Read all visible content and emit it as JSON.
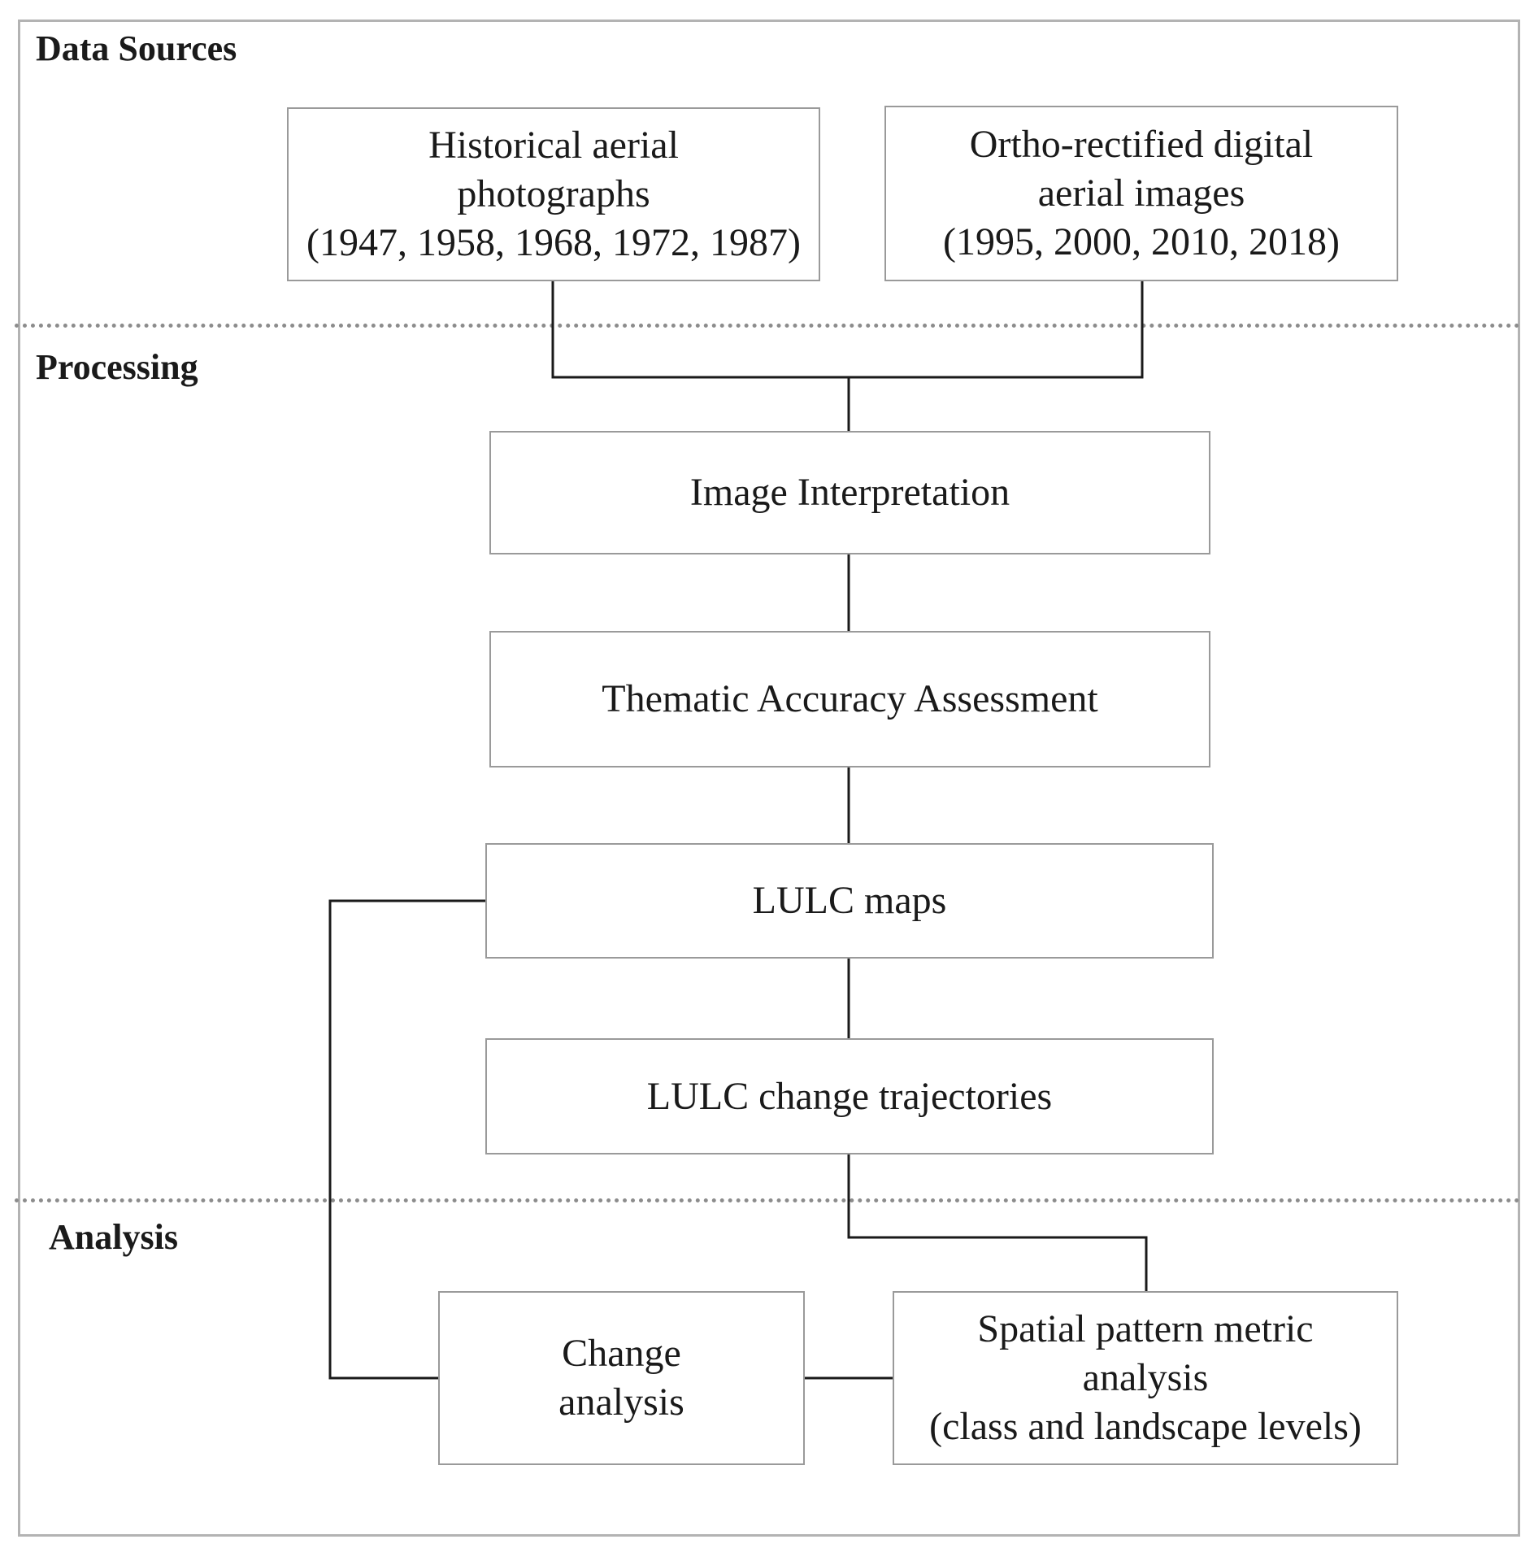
{
  "sections": {
    "data_sources": "Data Sources",
    "processing": "Processing",
    "analysis": "Analysis"
  },
  "nodes": {
    "historical": "Historical aerial\nphotographs\n(1947, 1958, 1968, 1972, 1987)",
    "ortho": "Ortho-rectified digital\naerial images\n(1995, 2000, 2010, 2018)",
    "interpretation": "Image Interpretation",
    "accuracy": "Thematic Accuracy Assessment",
    "lulc_maps": "LULC maps",
    "trajectories": "LULC change trajectories",
    "change_analysis": "Change\nanalysis",
    "spatial_pattern": "Spatial pattern metric\nanalysis\n(class and landscape levels)"
  },
  "edges": [
    {
      "from": "historical",
      "to": "interpretation"
    },
    {
      "from": "ortho",
      "to": "interpretation"
    },
    {
      "from": "interpretation",
      "to": "accuracy"
    },
    {
      "from": "accuracy",
      "to": "lulc_maps"
    },
    {
      "from": "lulc_maps",
      "to": "trajectories"
    },
    {
      "from": "lulc_maps",
      "to": "change_analysis"
    },
    {
      "from": "trajectories",
      "to": "spatial_pattern"
    },
    {
      "from": "change_analysis",
      "to": "spatial_pattern"
    }
  ]
}
